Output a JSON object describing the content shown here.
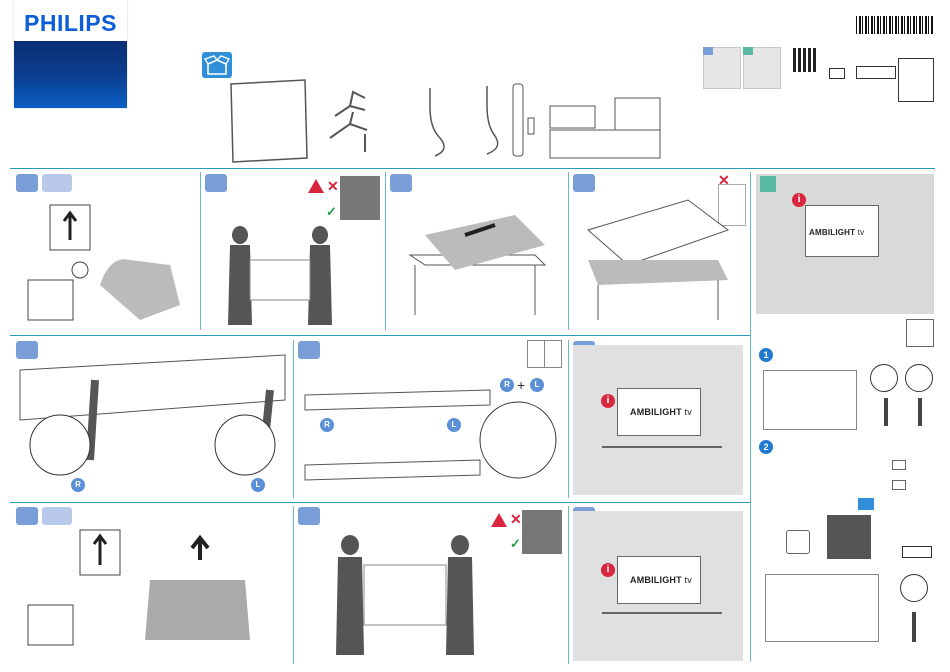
{
  "brand": {
    "logo": "PHILIPS"
  },
  "labels": {
    "ambilight_brand": "AMBILIGHT",
    "ambilight_suffix": "tv",
    "foot_right": "R",
    "foot_left": "L",
    "plus": "+",
    "step1": "1",
    "step2": "2"
  },
  "colors": {
    "accent_blue": "#1f7ad0",
    "divider": "#2a9bb5",
    "warning_red": "#d7263d",
    "ok_green": "#24a148",
    "brand_blue": "#0b3f8f"
  },
  "icons": [
    "box-open-icon",
    "qr-code-icon",
    "book-icon",
    "search-icon",
    "warning-icon",
    "info-icon",
    "check-icon",
    "cross-icon",
    "arrow-up-icon",
    "wall-mount-icon",
    "screw-icon",
    "screwdriver-icon"
  ]
}
